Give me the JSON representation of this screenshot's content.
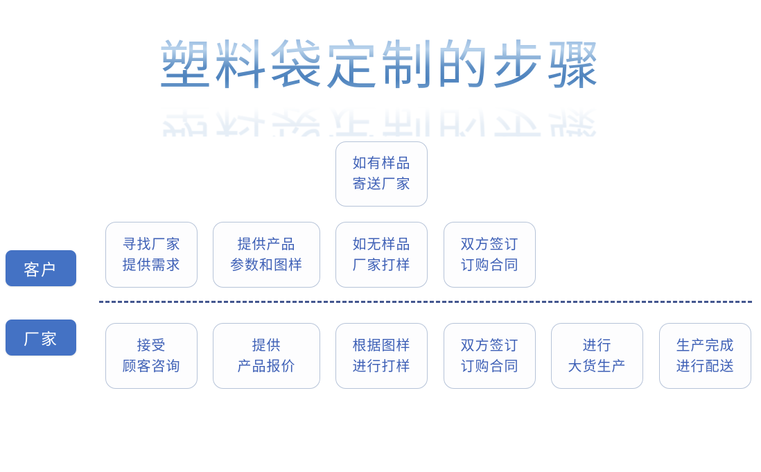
{
  "slide": {
    "title": "塑料袋定制的步骤",
    "background_color": "#ffffff",
    "accent_color": "#4472c4",
    "text_color": "#3e60b6",
    "border_color": "#b6c3d8",
    "divider_color": "#44578f"
  },
  "roles": {
    "customer": "客户",
    "factory": "厂家"
  },
  "top_row": [
    {
      "line1": "如有样品",
      "line2": "寄送厂家"
    }
  ],
  "customer_row": [
    {
      "line1": "寻找厂家",
      "line2": "提供需求"
    },
    {
      "line1": "提供产品",
      "line2": "参数和图样"
    },
    {
      "line1": "如无样品",
      "line2": "厂家打样"
    },
    {
      "line1": "双方签订",
      "line2": "订购合同"
    }
  ],
  "factory_row": [
    {
      "line1": "接受",
      "line2": "顾客咨询"
    },
    {
      "line1": "提供",
      "line2": "产品报价"
    },
    {
      "line1": "根据图样",
      "line2": "进行打样"
    },
    {
      "line1": "双方签订",
      "line2": "订购合同"
    },
    {
      "line1": "进行",
      "line2": "大货生产"
    },
    {
      "line1": "生产完成",
      "line2": "进行配送"
    }
  ]
}
